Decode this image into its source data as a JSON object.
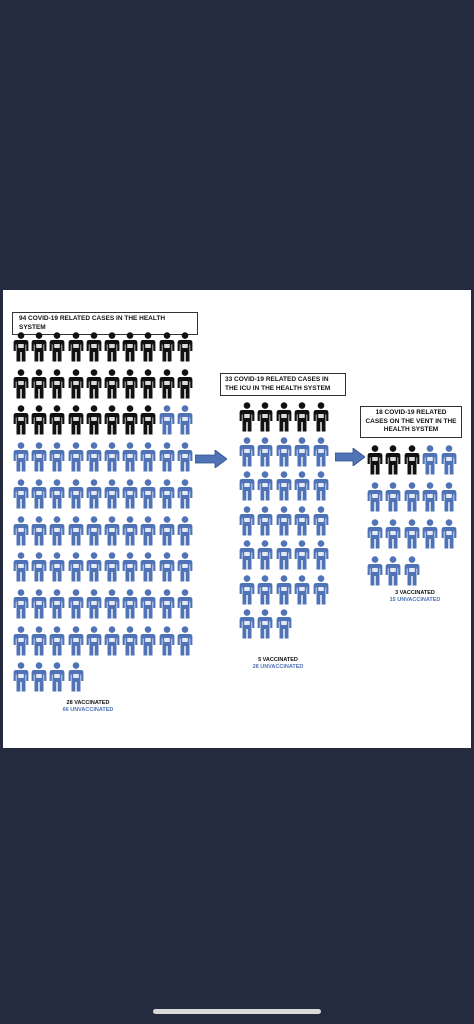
{
  "colors": {
    "vaccinated": "#111111",
    "unvaccinated": "#4f73b6",
    "background": "#252b3e"
  },
  "groups": [
    {
      "title": "94 COVID-19 RELATED CASES IN THE HEALTH SYSTEM",
      "vaccinated_label": "28 VACCINATED",
      "unvaccinated_label": "66 UNVACCINATED",
      "vaccinated": 28,
      "unvaccinated": 66
    },
    {
      "title": "33 COVID-19 RELATED CASES IN THE ICU IN THE HEALTH SYSTEM",
      "vaccinated_label": "5 VACCINATED",
      "unvaccinated_label": "28 UNVACCINATED",
      "vaccinated": 5,
      "unvaccinated": 28
    },
    {
      "title": "18 COVID-19 RELATED CASES ON THE VENT IN THE HEALTH SYSTEM",
      "vaccinated_label": "3 VACCINATED",
      "unvaccinated_label": "15 UNVACCINATED",
      "vaccinated": 3,
      "unvaccinated": 15
    }
  ],
  "icons": {
    "person": "person-icon",
    "arrow": "arrow-right-icon"
  }
}
